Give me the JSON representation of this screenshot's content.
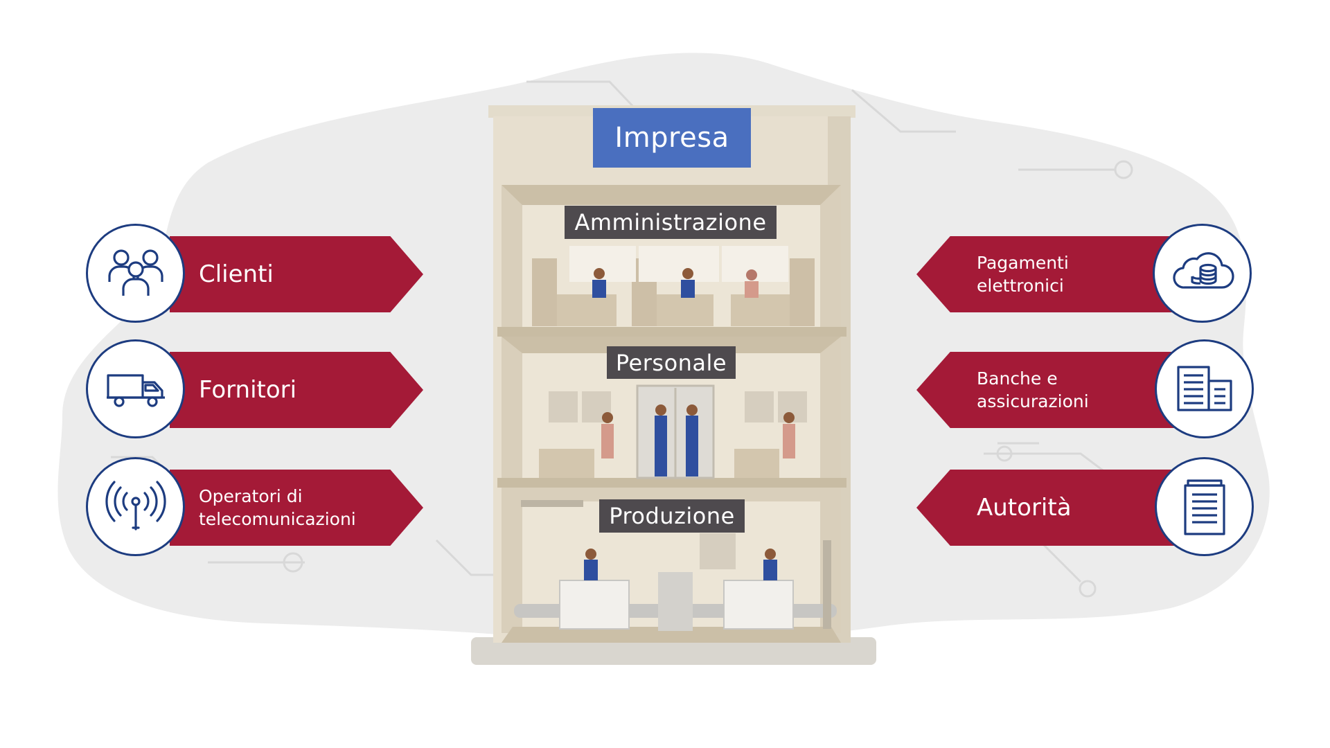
{
  "building": {
    "title": "Impresa",
    "floors": [
      "Amministrazione",
      "Personale",
      "Produzione"
    ]
  },
  "left_items": [
    {
      "label": "Clienti",
      "icon": "people-icon"
    },
    {
      "label": "Fornitori",
      "icon": "truck-icon"
    },
    {
      "label": "Operatori di\ntelecomunicazioni",
      "icon": "antenna-icon"
    }
  ],
  "right_items": [
    {
      "label": "Pagamenti\nelettronici",
      "icon": "cloud-coins-icon"
    },
    {
      "label": "Banche e\nassicurazioni",
      "icon": "buildings-icon"
    },
    {
      "label": "Autorità",
      "icon": "document-icon"
    }
  ],
  "colors": {
    "tag": "#a41a37",
    "icon_stroke": "#1d3c80",
    "title_box": "#4a6fbf",
    "floor_label": "#4e4a4e",
    "building_wall": "#e7dfcf",
    "background_blob": "#ececec"
  }
}
